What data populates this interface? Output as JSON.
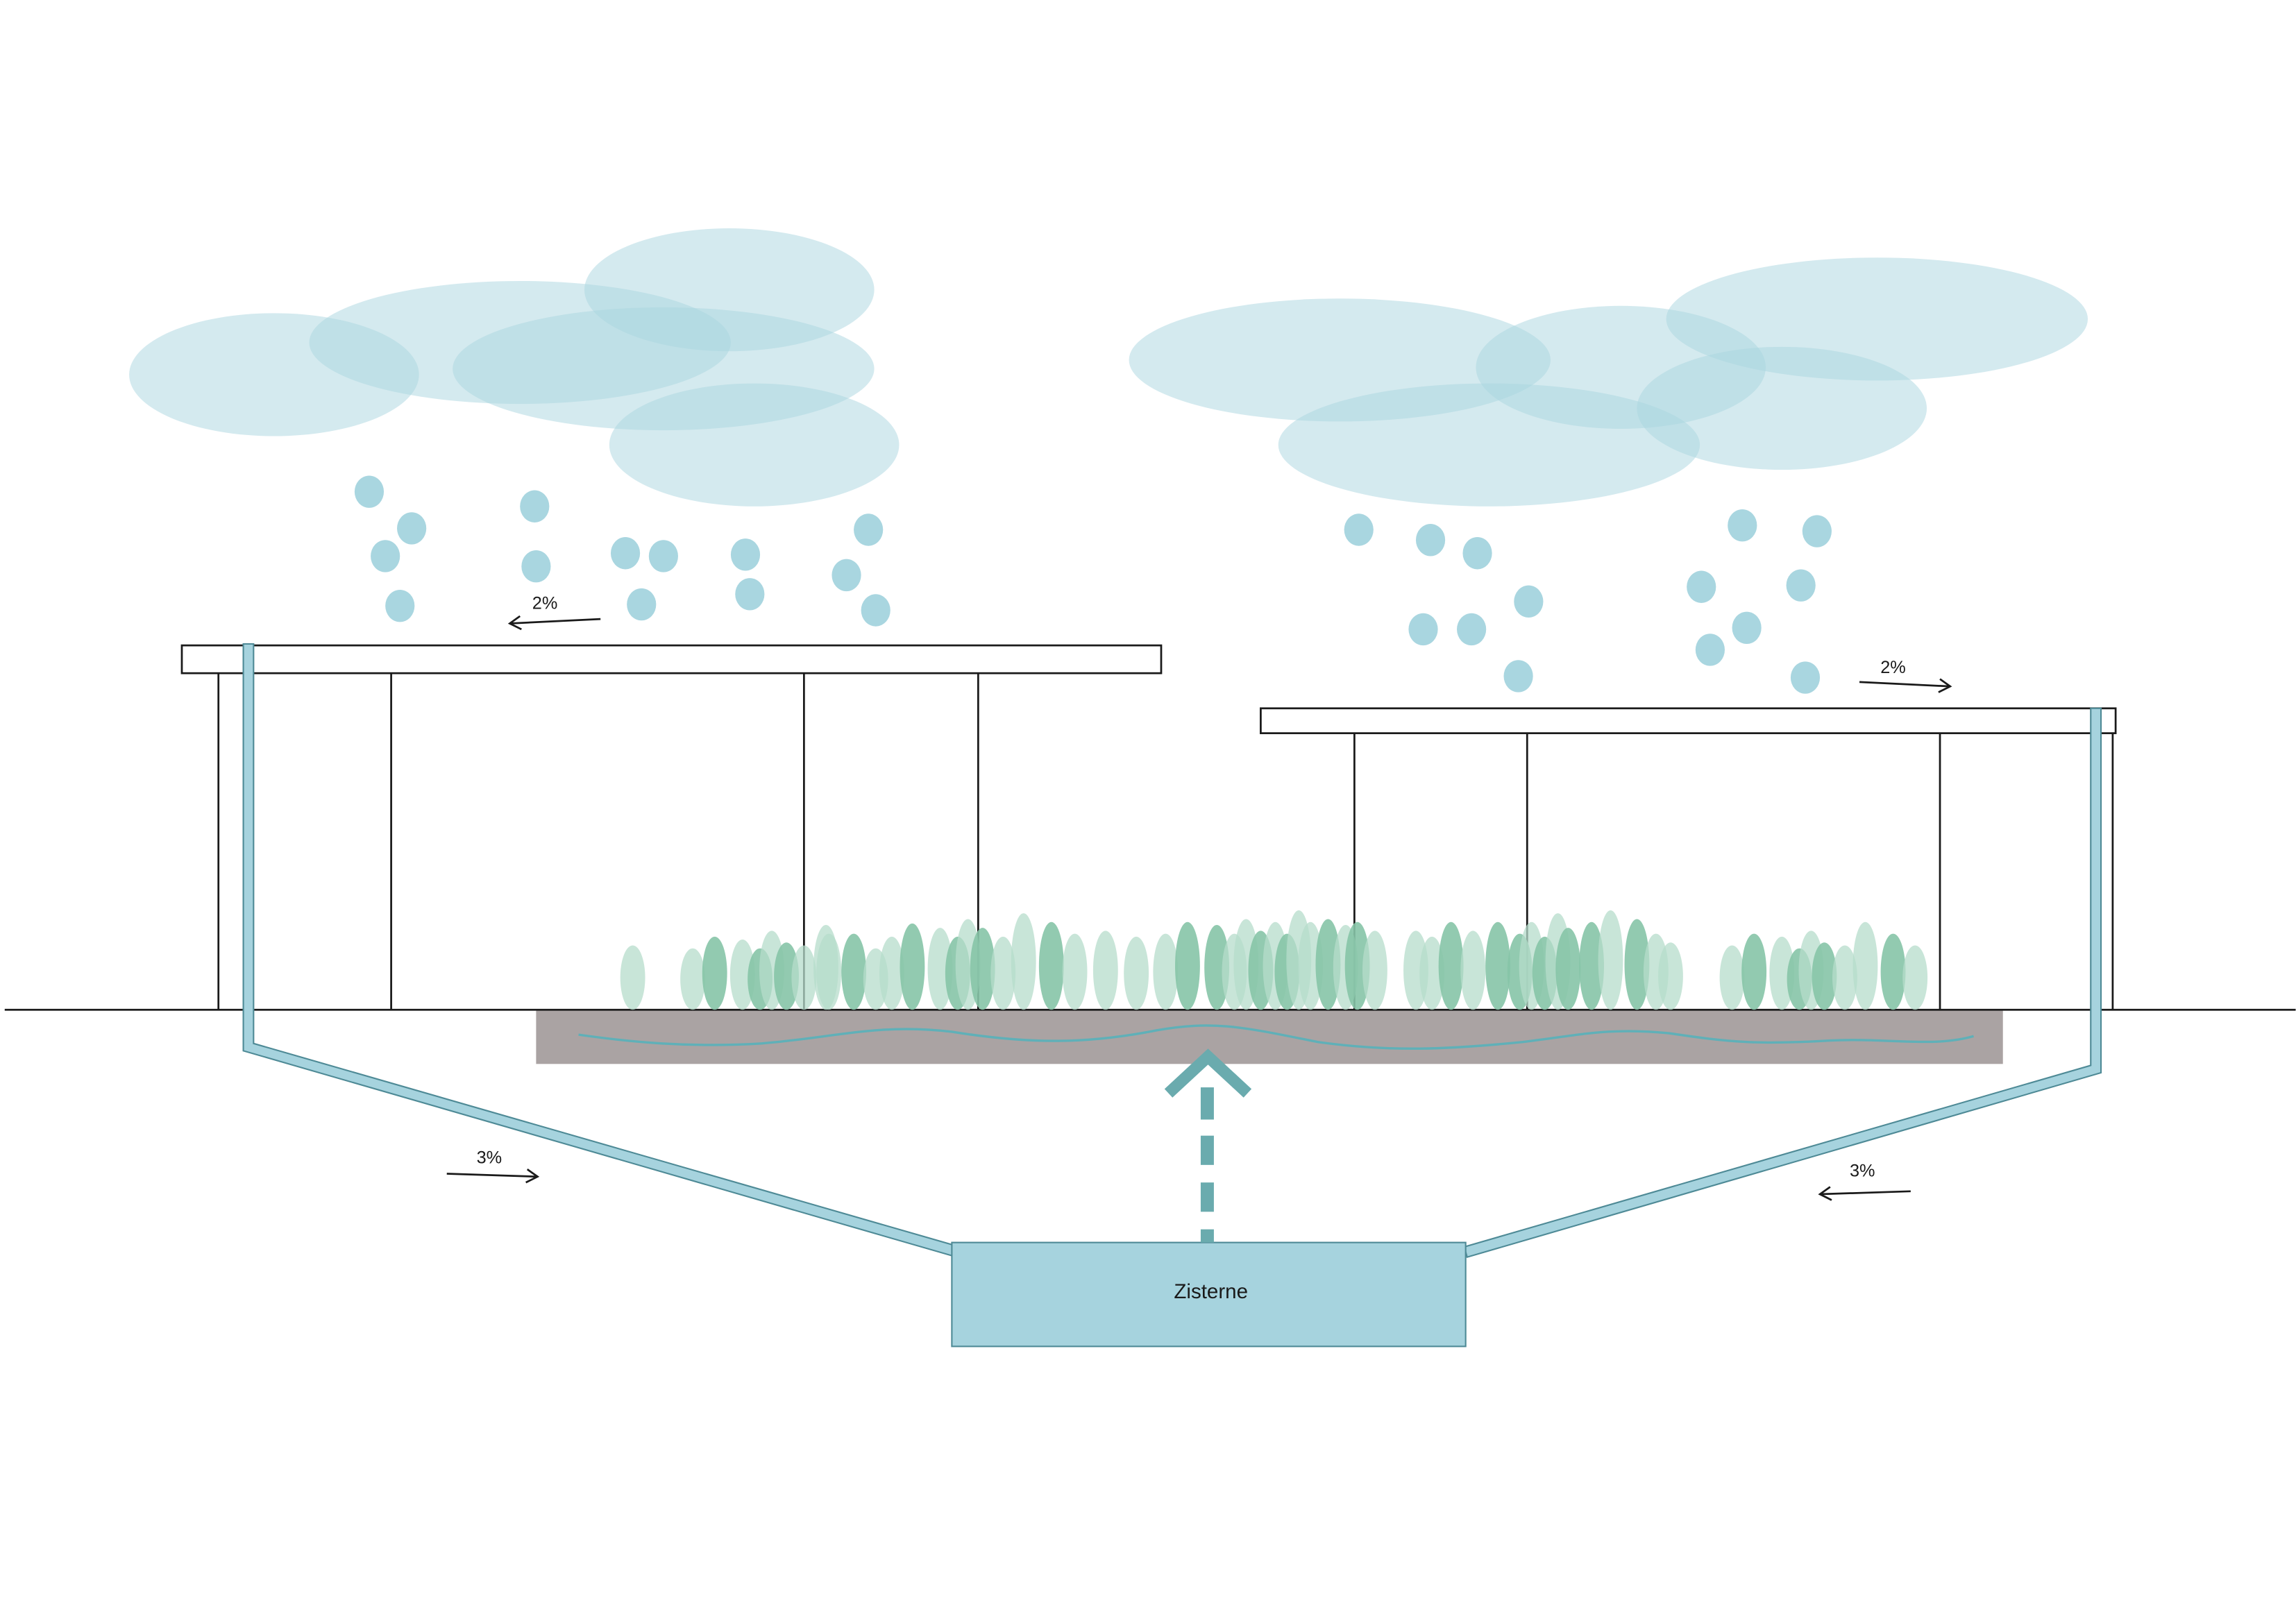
{
  "labels": {
    "roof_left_slope": "2%",
    "roof_right_slope": "2%",
    "pipe_left_slope": "3%",
    "pipe_right_slope": "3%",
    "cistern": "Zisterne"
  },
  "colors": {
    "cloud": "#a9d6e0",
    "raindrop": "#a9d6e0",
    "pipe": "#a6d3de",
    "cistern": "#a6d3de",
    "soil": "#aaa3a3",
    "water_line": "#5fb0b8",
    "upward_arrow": "#6aabae",
    "plant_light": "#b5dccb",
    "plant_dark": "#86c4a7",
    "outline": "#1a1a1a"
  }
}
